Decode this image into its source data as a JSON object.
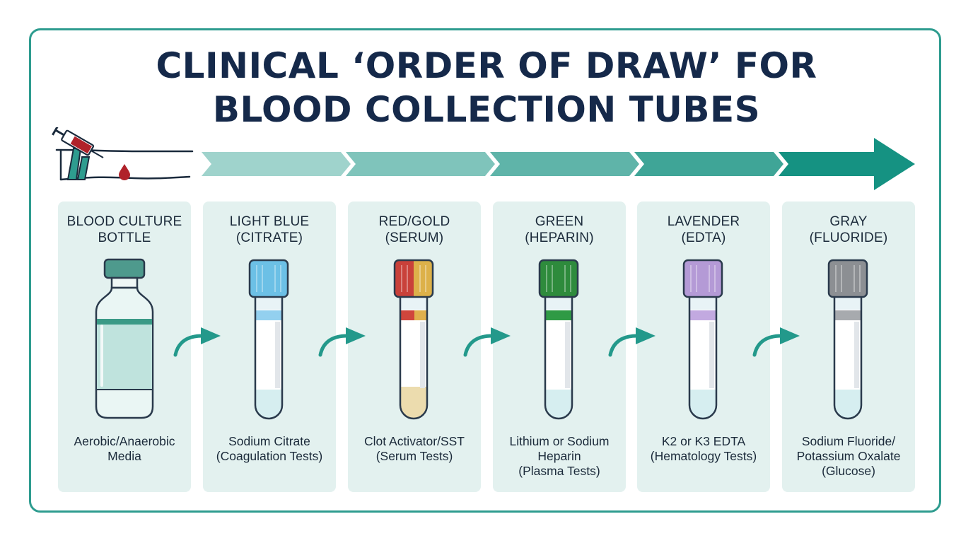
{
  "title": {
    "line1": "CLINICAL ‘ORDER OF DRAW’ FOR",
    "line2": "BLOOD COLLECTION TUBES"
  },
  "icons": {
    "syringe": "syringe-icon",
    "blood_drop": "blood-drop-icon",
    "arm": "arm-icon",
    "sequence_arrow": "chevron-arrow-icon",
    "flow_arrow": "curved-arrow-icon"
  },
  "colors": {
    "frame": "#2e9c8f",
    "title": "#15294a",
    "card_bg": "#e3f1ef",
    "blood": "#b0222a",
    "chevrons": [
      "#9fd3cc",
      "#7fc4bb",
      "#5fb4a9",
      "#3fa597",
      "#259b8c",
      "#159282"
    ]
  },
  "tubes": [
    {
      "title_line1": "BLOOD CULTURE",
      "title_line2": "BOTTLE",
      "desc_lines": [
        "Aerobic/Anaerobic",
        "Media"
      ],
      "shape": "bottle",
      "cap_color": "#4e9a8d",
      "label_color": "#3a9a86"
    },
    {
      "title_line1": "LIGHT BLUE",
      "title_line2": "(CITRATE)",
      "desc_lines": [
        "Sodium Citrate",
        "(Coagulation Tests)"
      ],
      "shape": "tube",
      "cap_color": "#6cc0e6",
      "band_color": "#93d0ef"
    },
    {
      "title_line1": "RED/GOLD",
      "title_line2": "(SERUM)",
      "desc_lines": [
        "Clot Activator/SST",
        "(Serum Tests)"
      ],
      "shape": "tube-split",
      "cap_color": "#c9413a",
      "cap_color_2": "#ddb14a",
      "band_color": "#d0463c",
      "band_color_2": "#e0b04c",
      "fill_color": "#ecdcae"
    },
    {
      "title_line1": "GREEN",
      "title_line2": "(HEPARIN)",
      "desc_lines": [
        "Lithium or Sodium",
        "Heparin",
        "(Plasma Tests)"
      ],
      "shape": "tube",
      "cap_color": "#2e8b3c",
      "band_color": "#2f9a45"
    },
    {
      "title_line1": "LAVENDER",
      "title_line2": "(EDTA)",
      "desc_lines": [
        "K2 or K3 EDTA",
        "(Hematology Tests)"
      ],
      "shape": "tube",
      "cap_color": "#b49ad6",
      "band_color": "#c2a9e0"
    },
    {
      "title_line1": "GRAY",
      "title_line2": "(FLUORIDE)",
      "desc_lines": [
        "Sodium Fluoride/",
        "Potassium Oxalate",
        "(Glucose)"
      ],
      "shape": "tube",
      "cap_color": "#8c8f93",
      "band_color": "#a7aaae"
    }
  ]
}
